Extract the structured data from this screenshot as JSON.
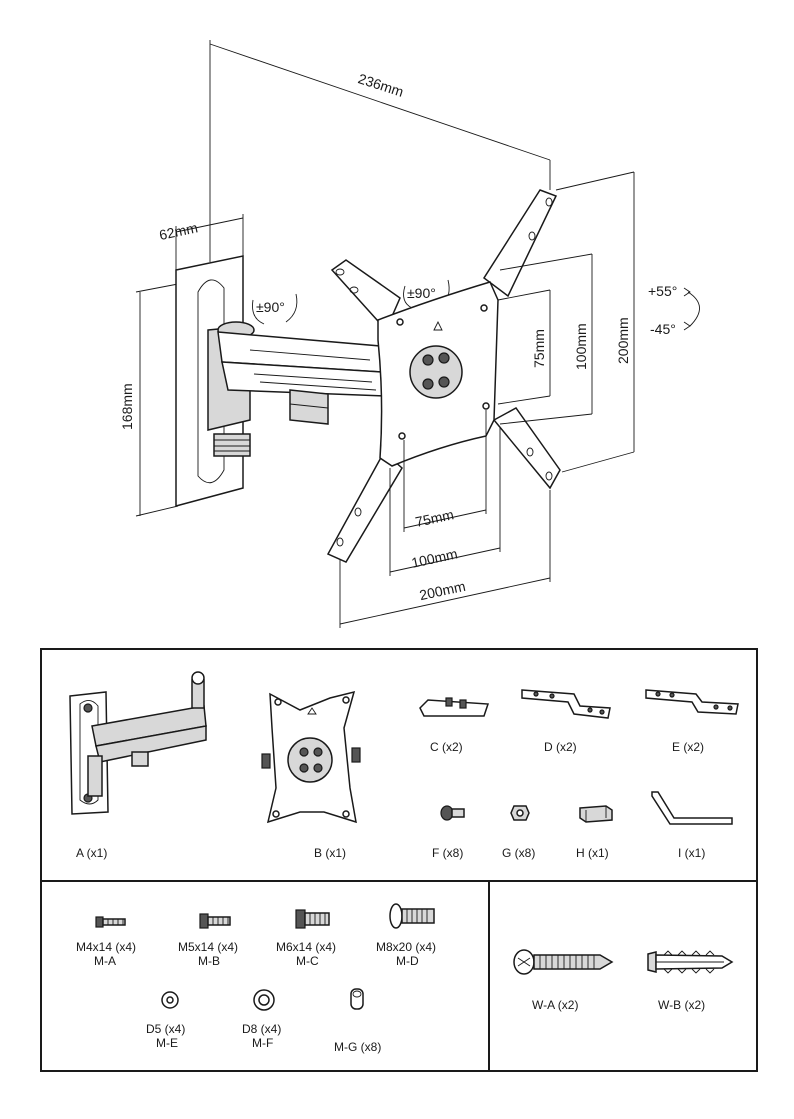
{
  "dimensions": {
    "total_reach": "236mm",
    "wall_plate_width": "62mm",
    "wall_plate_height": "168mm",
    "swivel_left": "±90°",
    "swivel_right": "±90°",
    "tilt_up": "+55°",
    "tilt_down": "-45°",
    "vesa_v_75": "75mm",
    "vesa_v_100": "100mm",
    "vesa_v_200": "200mm",
    "vesa_h_75": "75mm",
    "vesa_h_100": "100mm",
    "vesa_h_200": "200mm"
  },
  "parts": {
    "a": "A (x1)",
    "b": "B (x1)",
    "c": "C (x2)",
    "d": "D (x2)",
    "e": "E (x2)",
    "f": "F (x8)",
    "g": "G (x8)",
    "h": "H (x1)",
    "i": "I (x1)"
  },
  "screws": {
    "ma_size": "M4x14 (x4)",
    "ma_code": "M-A",
    "mb_size": "M5x14 (x4)",
    "mb_code": "M-B",
    "mc_size": "M6x14 (x4)",
    "mc_code": "M-C",
    "md_size": "M8x20 (x4)",
    "md_code": "M-D",
    "me_size": "D5 (x4)",
    "me_code": "M-E",
    "mf_size": "D8 (x4)",
    "mf_code": "M-F",
    "mg": "M-G (x8)"
  },
  "wall_hardware": {
    "wa": "W-A (x2)",
    "wb": "W-B (x2)"
  }
}
